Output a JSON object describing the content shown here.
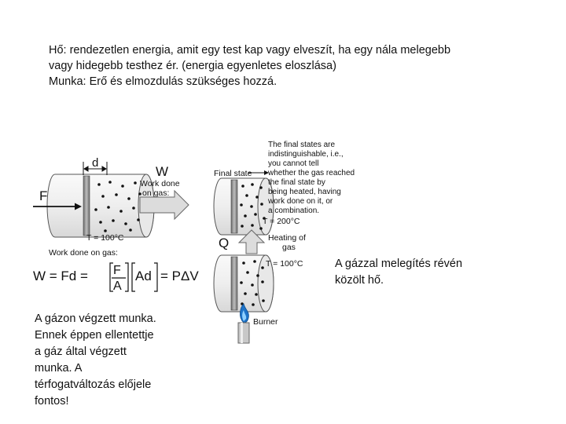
{
  "intro": {
    "lines": [
      "Hő: rendezetlen energia, amit egy test kap vagy elveszít, ha egy nála melegebb",
      "vagy hidegebb testhez ér. (energia egyenletes eloszlása)",
      "Munka: Erő és elmozdulás szükséges hozzá."
    ]
  },
  "diagram": {
    "d_label": "d",
    "F_label": "F",
    "W_label": "W",
    "work_done_on_gas_arrow": [
      "Work done",
      "on gas:"
    ],
    "final_state_label": "Final state",
    "temp_left": "T = 100°C",
    "temp_top_right": "T = 200°C",
    "temp_bottom_right": "T = 100°C",
    "Q_label": "Q",
    "heating_label": [
      "Heating of",
      "gas"
    ],
    "burner_label": "Burner",
    "note_lines": [
      "The final states are",
      "indistinguishable, i.e.,",
      "you cannot tell",
      "whether the gas reached",
      "the final state by",
      "being heated, having",
      "work done on it, or",
      "a combination."
    ],
    "work_formula_title": "Work done on gas:",
    "formula": {
      "lhs": "W = Fd =",
      "frac_top": "F",
      "frac_bottom": "A",
      "ad": "Ad",
      "rhs": "= PΔV"
    }
  },
  "captions": {
    "right": [
      "A gázzal melegítés révén",
      "közölt hő."
    ],
    "left": [
      "A gázon végzett munka.",
      "Ennek éppen ellentettje",
      "a gáz által végzett",
      "munka. A",
      "térfogatváltozás előjele",
      "fontos!"
    ]
  },
  "colors": {
    "cylinder_fill": "#f4f4f4",
    "cylinder_stroke": "#555555",
    "piston_fill": "#9a9a9a",
    "arrow_fill": "#d9d9d9",
    "flame_blue": "#1e73c8",
    "text": "#111111"
  }
}
